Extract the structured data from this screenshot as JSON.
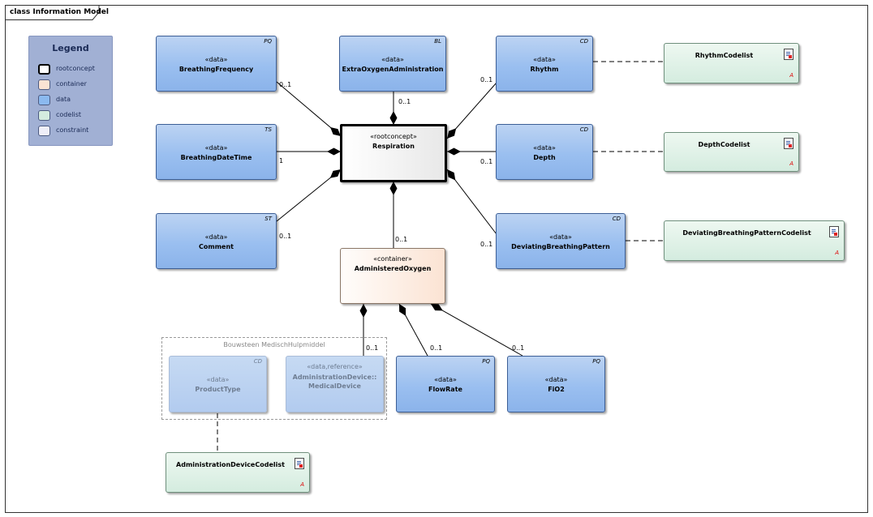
{
  "frame": {
    "title": "class Information Model"
  },
  "legend": {
    "title": "Legend",
    "items": [
      {
        "label": "rootconcept",
        "color": "#ffffff",
        "border": "#000000"
      },
      {
        "label": "container",
        "color": "#fbe3d3",
        "border": "#8a7666"
      },
      {
        "label": "data",
        "color": "#8bb9ef",
        "border": "#3d5f96"
      },
      {
        "label": "codelist",
        "color": "#d4ecdf",
        "border": "#6f8f7c"
      },
      {
        "label": "constraint",
        "color": "#eeeef8",
        "border": "#8c8cad"
      }
    ]
  },
  "nodes": {
    "respiration": {
      "stereotype": "«rootconcept»",
      "name": "Respiration"
    },
    "breathing_frequency": {
      "stereotype": "«data»",
      "name": "BreathingFrequency",
      "type": "PQ"
    },
    "extra_oxygen": {
      "stereotype": "«data»",
      "name": "ExtraOxygenAdministration",
      "type": "BL"
    },
    "rhythm": {
      "stereotype": "«data»",
      "name": "Rhythm",
      "type": "CD"
    },
    "breathing_datetime": {
      "stereotype": "«data»",
      "name": "BreathingDateTime",
      "type": "TS"
    },
    "depth": {
      "stereotype": "«data»",
      "name": "Depth",
      "type": "CD"
    },
    "comment": {
      "stereotype": "«data»",
      "name": "Comment",
      "type": "ST"
    },
    "deviating": {
      "stereotype": "«data»",
      "name": "DeviatingBreathingPattern",
      "type": "CD"
    },
    "administered_oxygen": {
      "stereotype": "«container»",
      "name": "AdministeredOxygen"
    },
    "flow_rate": {
      "stereotype": "«data»",
      "name": "FlowRate",
      "type": "PQ"
    },
    "fio2": {
      "stereotype": "«data»",
      "name": "FiO2",
      "type": "PQ"
    },
    "product_type": {
      "stereotype": "«data»",
      "name": "ProductType",
      "type": "CD"
    },
    "admin_device": {
      "stereotype": "«data,reference»",
      "name_line1": "AdministrationDevice::",
      "name_line2": "MedicalDevice"
    }
  },
  "codelists": {
    "rhythm": {
      "name": "RhythmCodelist",
      "badge": "A"
    },
    "depth": {
      "name": "DepthCodelist",
      "badge": "A"
    },
    "deviating": {
      "name": "DeviatingBreathingPatternCodelist",
      "badge": "A"
    },
    "admin_device": {
      "name": "AdministrationDeviceCodelist",
      "badge": "A"
    }
  },
  "package": {
    "label": "Bouwsteen MedischHulpmiddel"
  },
  "multiplicities": {
    "breathing_frequency": "0..1",
    "extra_oxygen": "0..1",
    "rhythm": "0..1",
    "breathing_datetime": "1",
    "depth": "0..1",
    "comment": "0..1",
    "deviating": "0..1",
    "administered_oxygen": "0..1",
    "admin_device": "0..1",
    "flow_rate": "0..1",
    "fio2": "0..1"
  }
}
